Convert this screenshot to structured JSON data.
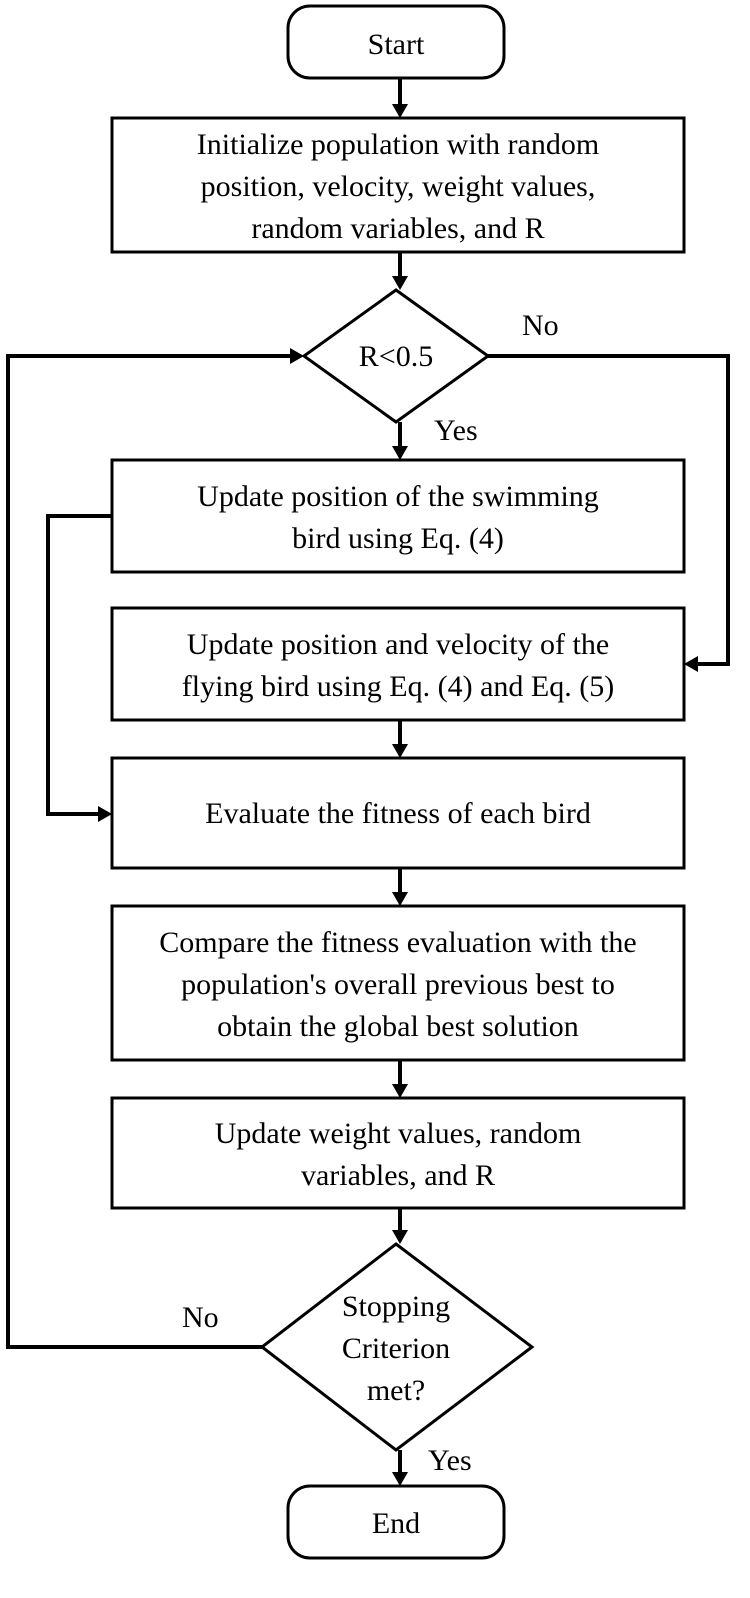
{
  "nodes": {
    "start": {
      "lines": [
        "Start"
      ]
    },
    "init": {
      "lines": [
        "Initialize population with random",
        "position, velocity, weight values,",
        "random variables, and R"
      ]
    },
    "decision_r": {
      "lines": [
        "R<0.5"
      ]
    },
    "swim": {
      "lines": [
        "Update position of the swimming",
        "bird using Eq. (4)"
      ]
    },
    "fly": {
      "lines": [
        "Update position and velocity of the",
        "flying bird using Eq. (4) and Eq. (5)"
      ]
    },
    "evaluate": {
      "lines": [
        "Evaluate the fitness of each bird"
      ]
    },
    "compare": {
      "lines": [
        "Compare the fitness evaluation with the",
        "population's overall previous best to",
        "obtain the global best solution"
      ]
    },
    "update_weights": {
      "lines": [
        "Update weight values, random",
        "variables, and R"
      ]
    },
    "decision_stop": {
      "lines": [
        "Stopping",
        "Criterion",
        "met?"
      ]
    },
    "end": {
      "lines": [
        "End"
      ]
    }
  },
  "edge_labels": {
    "r_no": "No",
    "r_yes": "Yes",
    "stop_no": "No",
    "stop_yes": "Yes"
  }
}
